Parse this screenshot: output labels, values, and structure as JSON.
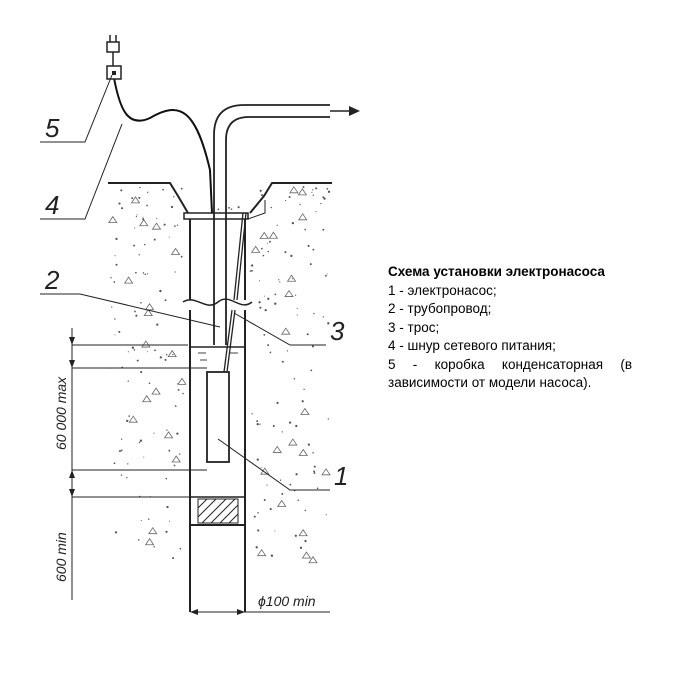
{
  "callouts": {
    "one": "1",
    "two": "2",
    "three": "3",
    "four": "4",
    "five": "5"
  },
  "dimensions": {
    "depth_max": "60 000 max",
    "depth_min": "600 min",
    "diameter_min": "ϕ100 min"
  },
  "legend": {
    "title": "Схема установки электронасоса",
    "items": [
      "1 - электронасос;",
      "2 - трубопровод;",
      "3 - трос;",
      "4 - шнур сетевого питания;",
      "5 - коробка конденсаторная (в",
      "зависимости от модели насоса)."
    ]
  }
}
